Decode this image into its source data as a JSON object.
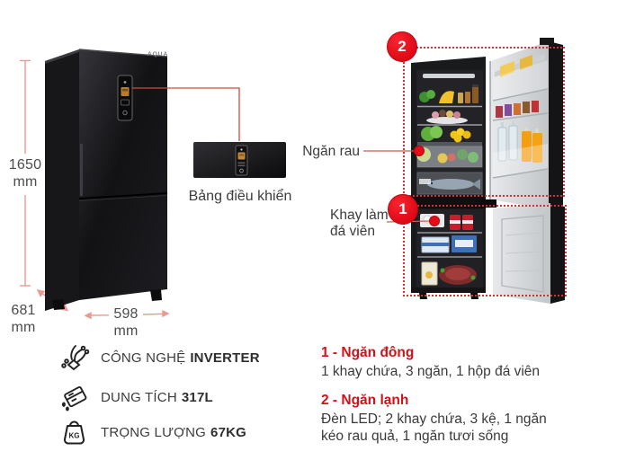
{
  "colors": {
    "accent_red": "#e60b17",
    "title_red": "#d70f18",
    "callout_line_red": "#cf5a50",
    "dimension_line_salmon": "#eb9a93",
    "body_text": "#3a3a3a"
  },
  "brand": "AQUA",
  "dimensions": {
    "height": {
      "value": "1650",
      "unit": "mm"
    },
    "depth": {
      "value": "681",
      "unit": "mm"
    },
    "width": {
      "value": "598",
      "unit": "mm"
    }
  },
  "control_panel": {
    "label": "Bảng điều khiển"
  },
  "callouts": {
    "vegetable_drawer": "Ngăn rau",
    "ice_tray": "Khay làm đá viên"
  },
  "badges": {
    "fridge_compartment": "2",
    "freezer_compartment": "1"
  },
  "specs": [
    {
      "icon": "inverter-icon",
      "label": "CÔNG NGHỆ",
      "value": "INVERTER"
    },
    {
      "icon": "capacity-icon",
      "label": "DUNG TÍCH",
      "value": "317L"
    },
    {
      "icon": "weight-icon",
      "icon_text": "KG",
      "label": "TRỌNG LƯỢNG",
      "value": "67KG"
    }
  ],
  "descriptions": [
    {
      "title": "1 - Ngăn đông",
      "body": "1 khay chứa, 3 ngăn, 1 hộp đá viên"
    },
    {
      "title": "2 - Ngăn lạnh",
      "body": "Đèn LED; 2 khay chứa, 3 kệ, 1 ngăn kéo rau quả, 1 ngăn tươi sống"
    }
  ]
}
